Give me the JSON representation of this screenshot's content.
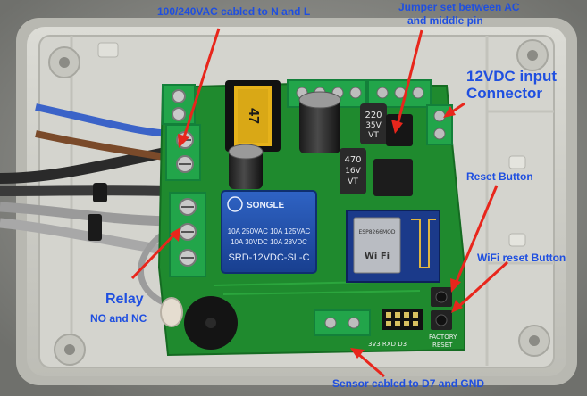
{
  "annotations": {
    "mains_input": "100/240VAC cabled to N and L",
    "jumper_line1": "Jumper set between AC",
    "jumper_line2": "and middle pin",
    "dc_input_line1": "12VDC input",
    "dc_input_line2": "Connector",
    "reset_button": "Reset Button",
    "wifi_reset_button": "WiFi reset Button",
    "relay": "Relay",
    "relay_contacts": "NO and NC",
    "sensor": "Sensor cabled to D7 and GND"
  },
  "components": {
    "relay_brand": "SONGLE",
    "relay_rating_1": "10A 250VAC  10A 125VAC",
    "relay_rating_2": "10A  30VDC  10A  28VDC",
    "relay_model": "SRD-12VDC-SL-C",
    "cap1_value": "220",
    "cap1_volt": "35V",
    "cap1_type": "VT",
    "cap2_value": "470",
    "cap2_volt": "16V",
    "cap2_type": "VT",
    "factory_reset_1": "FACTORY",
    "factory_reset_2": "RESET",
    "pin_label_3v3": "3V3 RXD D3",
    "module_text": "ESP8266MOD",
    "wifi_text": "Wi Fi",
    "coil_text": "47"
  },
  "colors": {
    "annotation": "#1f4fe0",
    "arrow": "#e8261c",
    "pcb": "#1f8a2e",
    "terminal": "#22a54a",
    "relay": "#1f4fa8",
    "enclosure": "#cfcfc9"
  }
}
